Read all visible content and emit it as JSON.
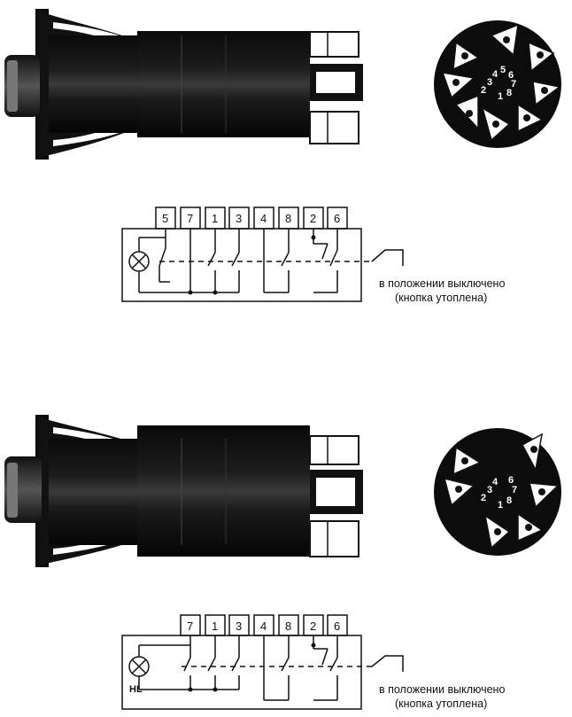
{
  "top": {
    "terminals": [
      "5",
      "7",
      "1",
      "3",
      "4",
      "8",
      "2",
      "6"
    ],
    "pin_numbers": [
      "2",
      "3",
      "4",
      "5",
      "6",
      "7",
      "8",
      "1"
    ],
    "caption_line1": "в положении выключено",
    "caption_line2": "(кнопка утоплена)"
  },
  "bottom": {
    "terminals": [
      "7",
      "1",
      "3",
      "4",
      "8",
      "2",
      "6"
    ],
    "pin_numbers": [
      "2",
      "3",
      "4",
      "6",
      "7",
      "8",
      "1"
    ],
    "lamp_label": "HL",
    "caption_line1": "в положении выключено",
    "caption_line2": "(кнопка утоплена)"
  },
  "icons": {
    "lamp": "lamp-icon",
    "switch_contact": "switch-contact-icon",
    "plunger": "plunger-icon"
  }
}
